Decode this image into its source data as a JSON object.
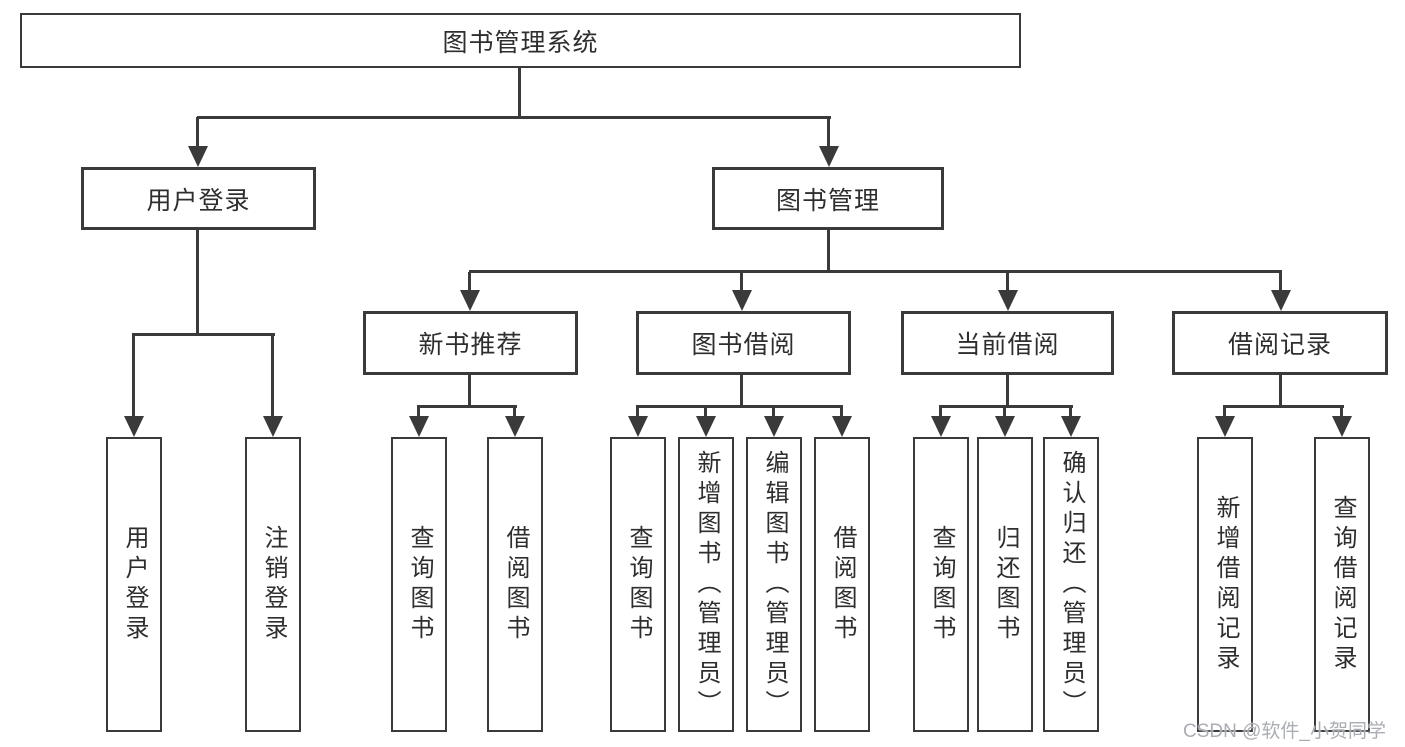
{
  "diagram": {
    "type": "hierarchy",
    "title": "图书管理系统"
  },
  "nodes": {
    "root": {
      "label": "图书管理系统"
    },
    "user_login": {
      "label": "用户登录"
    },
    "book_management": {
      "label": "图书管理"
    },
    "leaf_user_login": {
      "label": "用户登录"
    },
    "leaf_logout": {
      "label": "注销登录"
    },
    "new_book_recommend": {
      "label": "新书推荐"
    },
    "book_borrow": {
      "label": "图书借阅"
    },
    "current_borrow": {
      "label": "当前借阅"
    },
    "borrow_records": {
      "label": "借阅记录"
    },
    "nb_query_book": {
      "label": "查询图书"
    },
    "nb_borrow_book": {
      "label": "借阅图书"
    },
    "bb_query_book": {
      "label": "查询图书"
    },
    "bb_add_book": {
      "label": "新增图书（管理员）"
    },
    "bb_edit_book": {
      "label": "编辑图书（管理员）"
    },
    "bb_borrow_book": {
      "label": "借阅图书"
    },
    "cb_query_book": {
      "label": "查询图书"
    },
    "cb_return_book": {
      "label": "归还图书"
    },
    "cb_confirm_return": {
      "label": "确认归还（管理员）"
    },
    "br_add_record": {
      "label": "新增借阅记录"
    },
    "br_query_record": {
      "label": "查询借阅记录"
    }
  },
  "edges": [
    {
      "from": "图书管理系统",
      "to": "用户登录"
    },
    {
      "from": "图书管理系统",
      "to": "图书管理"
    },
    {
      "from": "用户登录",
      "to": "用户登录"
    },
    {
      "from": "用户登录",
      "to": "注销登录"
    },
    {
      "from": "图书管理",
      "to": "新书推荐"
    },
    {
      "from": "图书管理",
      "to": "图书借阅"
    },
    {
      "from": "图书管理",
      "to": "当前借阅"
    },
    {
      "from": "图书管理",
      "to": "借阅记录"
    },
    {
      "from": "新书推荐",
      "to": "查询图书"
    },
    {
      "from": "新书推荐",
      "to": "借阅图书"
    },
    {
      "from": "图书借阅",
      "to": "查询图书"
    },
    {
      "from": "图书借阅",
      "to": "新增图书（管理员）"
    },
    {
      "from": "图书借阅",
      "to": "编辑图书（管理员）"
    },
    {
      "from": "图书借阅",
      "to": "借阅图书"
    },
    {
      "from": "当前借阅",
      "to": "查询图书"
    },
    {
      "from": "当前借阅",
      "to": "归还图书"
    },
    {
      "from": "当前借阅",
      "to": "确认归还（管理员）"
    },
    {
      "from": "借阅记录",
      "to": "新增借阅记录"
    },
    {
      "from": "借阅记录",
      "to": "查询借阅记录"
    }
  ],
  "watermark": {
    "text": "CSDN @软件_小贺同学"
  },
  "colors": {
    "line": "#3a3a3a",
    "text": "#2e2e2e",
    "watermark": "#aaaeb4",
    "background": "#ffffff"
  }
}
